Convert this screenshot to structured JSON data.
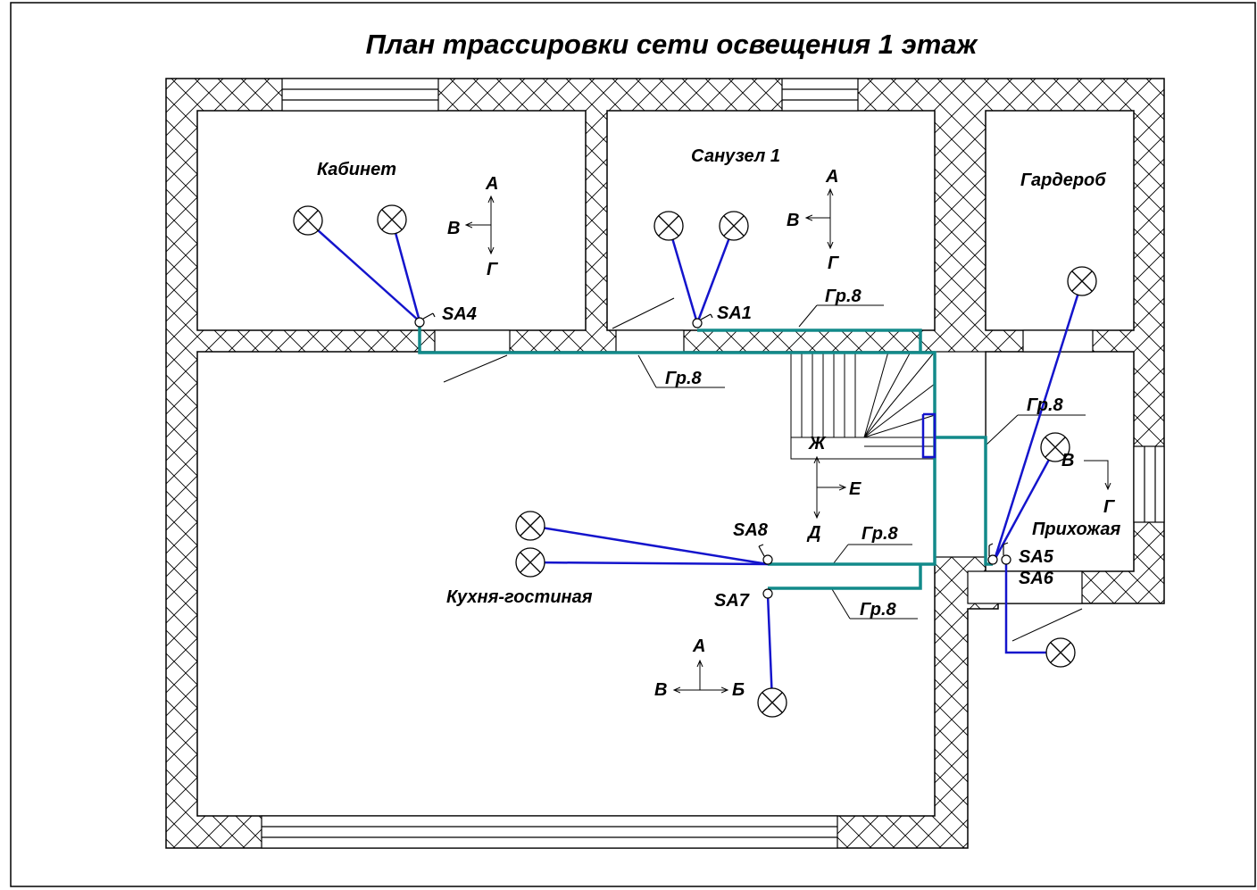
{
  "title": "План трассировки сети освещения 1 этаж",
  "rooms": {
    "cabinet": "Кабинет",
    "bathroom": "Санузел 1",
    "wardrobe": "Гардероб",
    "kitchen": "Кухня-гостиная",
    "hallway": "Прихожая"
  },
  "switches": {
    "sa1": "SA1",
    "sa4": "SA4",
    "sa5": "SA5",
    "sa6": "SA6",
    "sa7": "SA7",
    "sa8": "SA8"
  },
  "group_label": "Гр.8",
  "letters": {
    "a": "А",
    "b": "Б",
    "v": "В",
    "g": "Г",
    "d": "Д",
    "e": "Е",
    "zh": "Ж"
  },
  "colors": {
    "wire_group": "#128a8a",
    "wire_light": "#1414cc",
    "wall_line": "#000000"
  }
}
